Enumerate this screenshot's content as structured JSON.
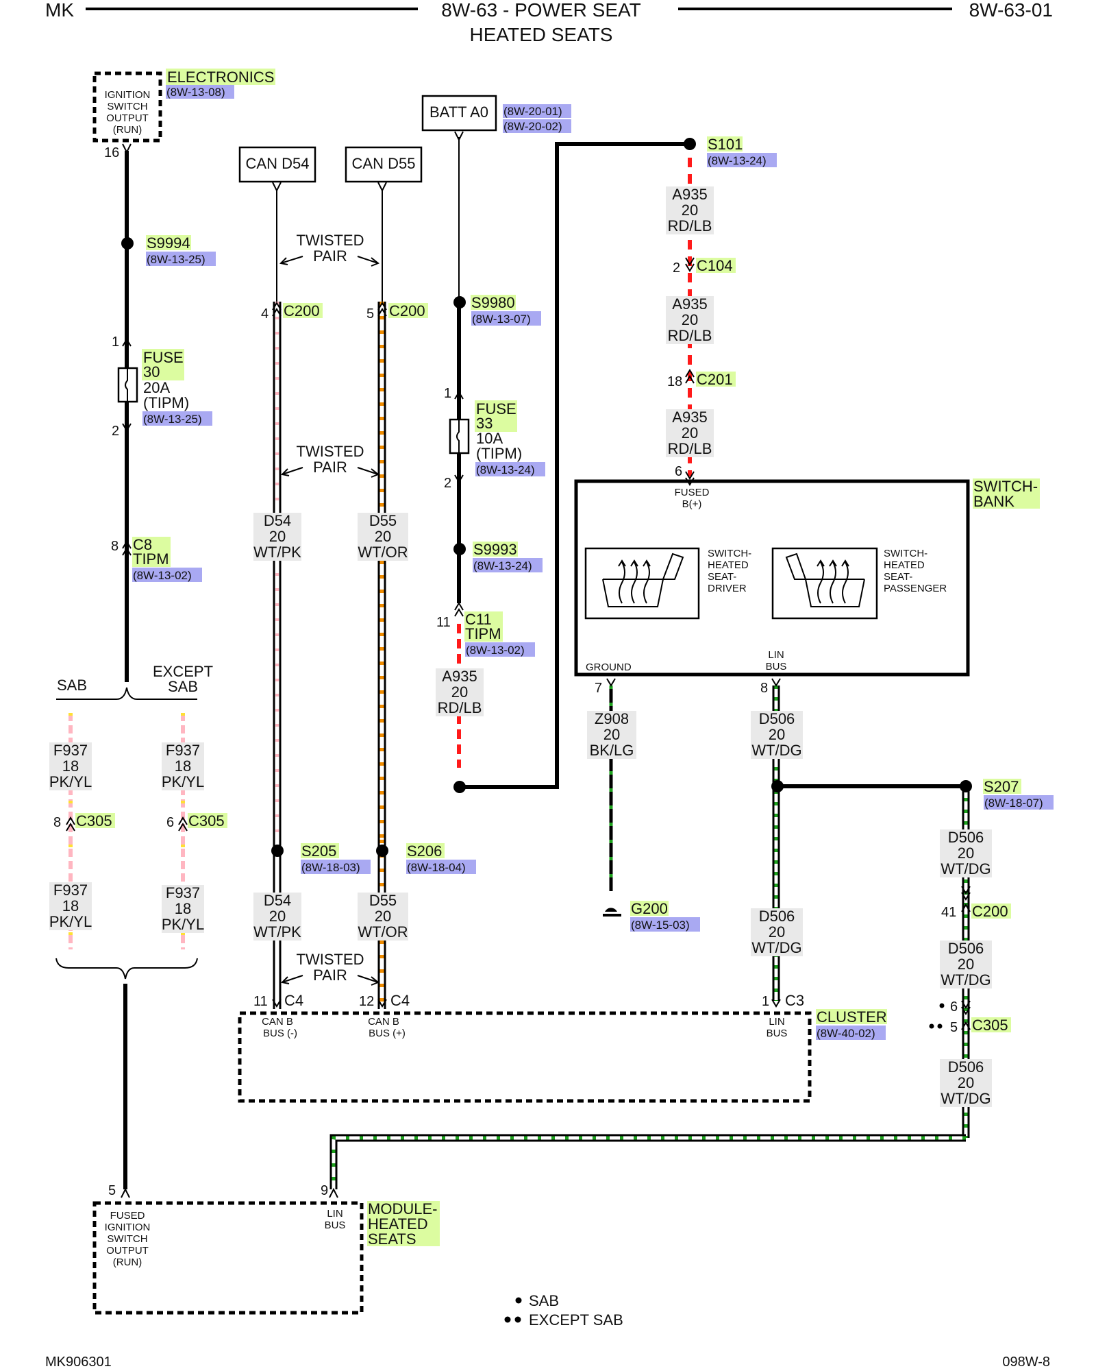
{
  "header": {
    "left": "MK",
    "center_line1": "8W-63 - POWER SEAT",
    "center_line2": "HEATED SEATS",
    "right": "8W-63-01"
  },
  "footer": {
    "left": "MK906301",
    "right": "098W-8"
  },
  "legend": {
    "sab": "SAB",
    "except_sab": "EXCEPT SAB"
  },
  "colors": {
    "label_green": "#dcfca0",
    "ref_blue": "#a9a9f2",
    "wire_label_bg": "#e9e9e9",
    "red": "#ff1a1a",
    "pink": "#ffb6c1",
    "yellow": "#ffe033",
    "orange": "#f08c00",
    "green": "#1ea11e"
  },
  "components": {
    "electronics": {
      "name": "ELECTRONICS",
      "ref": "(8W-13-08)",
      "box_lines": [
        "IGNITION",
        "SWITCH",
        "OUTPUT",
        "(RUN)"
      ],
      "pin": "16"
    },
    "can_d54": "CAN D54",
    "can_d55": "CAN D55",
    "batt_a0": {
      "name": "BATT A0",
      "refs": [
        "(8W-20-01)",
        "(8W-20-02)"
      ]
    },
    "switch_bank": {
      "name_lines": [
        "SWITCH-",
        "BANK"
      ],
      "fused_pin": "6",
      "fused_label": [
        "FUSED",
        "B(+)"
      ],
      "driver_label": [
        "SWITCH-",
        "HEATED",
        "SEAT-",
        "DRIVER"
      ],
      "passenger_label": [
        "SWITCH-",
        "HEATED",
        "SEAT-",
        "PASSENGER"
      ],
      "ground_label": "GROUND",
      "ground_pin": "7",
      "lin_label": [
        "LIN",
        "BUS"
      ],
      "lin_pin": "8"
    },
    "cluster": {
      "name": "CLUSTER",
      "ref": "(8W-40-02)",
      "can_minus": [
        "CAN B",
        "BUS (-)"
      ],
      "can_plus": [
        "CAN B",
        "BUS (+)"
      ],
      "lin": [
        "LIN",
        "BUS"
      ]
    },
    "module": {
      "name_lines": [
        "MODULE-",
        "HEATED",
        "SEATS"
      ],
      "left_lines": [
        "FUSED",
        "IGNITION",
        "SWITCH",
        "OUTPUT",
        "(RUN)"
      ],
      "lin": [
        "LIN",
        "BUS"
      ],
      "pin_left": "5",
      "pin_lin": "9"
    }
  },
  "splices": {
    "s9994": {
      "name": "S9994",
      "ref": "(8W-13-25)"
    },
    "s9980": {
      "name": "S9980",
      "ref": "(8W-13-07)"
    },
    "s9993": {
      "name": "S9993",
      "ref": "(8W-13-24)"
    },
    "s101": {
      "name": "S101",
      "ref": "(8W-13-24)"
    },
    "s205": {
      "name": "S205",
      "ref": "(8W-18-03)"
    },
    "s206": {
      "name": "S206",
      "ref": "(8W-18-04)"
    },
    "s207": {
      "name": "S207",
      "ref": "(8W-18-07)"
    },
    "g200": {
      "name": "G200",
      "ref": "(8W-15-03)"
    }
  },
  "fuses": {
    "fuse30": {
      "name": "FUSE",
      "num": "30",
      "rating": "20A",
      "loc": "(TIPM)",
      "ref": "(8W-13-25)",
      "pin_top": "1",
      "pin_bot": "2"
    },
    "fuse33": {
      "name": "FUSE",
      "num": "33",
      "rating": "10A",
      "loc": "(TIPM)",
      "ref": "(8W-13-24)",
      "pin_top": "1",
      "pin_bot": "2"
    }
  },
  "connectors": {
    "c8": {
      "pin": "8",
      "name": "C8",
      "sub": "TIPM",
      "ref": "(8W-13-02)"
    },
    "c11": {
      "pin": "11",
      "name": "C11",
      "sub": "TIPM",
      "ref": "(8W-13-02)"
    },
    "c200_d54": {
      "pin": "4",
      "name": "C200"
    },
    "c200_d55": {
      "pin": "5",
      "name": "C200"
    },
    "c104": {
      "pin": "2",
      "name": "C104"
    },
    "c201": {
      "pin": "18",
      "name": "C201"
    },
    "c305_sab": {
      "pin": "8",
      "name": "C305"
    },
    "c305_except": {
      "pin": "6",
      "name": "C305"
    },
    "c4_d54": {
      "pin": "11",
      "name": "C4"
    },
    "c4_d55": {
      "pin": "12",
      "name": "C4"
    },
    "c3": {
      "pin": "1",
      "name": "C3"
    },
    "c200_d506": {
      "pin": "41",
      "name": "C200"
    },
    "c305_d506": {
      "pin6": "6",
      "pin5": "5",
      "name": "C305"
    }
  },
  "labels": {
    "twisted": "TWISTED",
    "pair": "PAIR",
    "sab": "SAB",
    "except": "EXCEPT",
    "sab2": "SAB"
  },
  "wires": {
    "a935": [
      "A935",
      "20",
      "RD/LB"
    ],
    "d54": [
      "D54",
      "20",
      "WT/PK"
    ],
    "d55": [
      "D55",
      "20",
      "WT/OR"
    ],
    "f937": [
      "F937",
      "18",
      "PK/YL"
    ],
    "z908": [
      "Z908",
      "20",
      "BK/LG"
    ],
    "d506": [
      "D506",
      "20",
      "WT/DG"
    ]
  }
}
